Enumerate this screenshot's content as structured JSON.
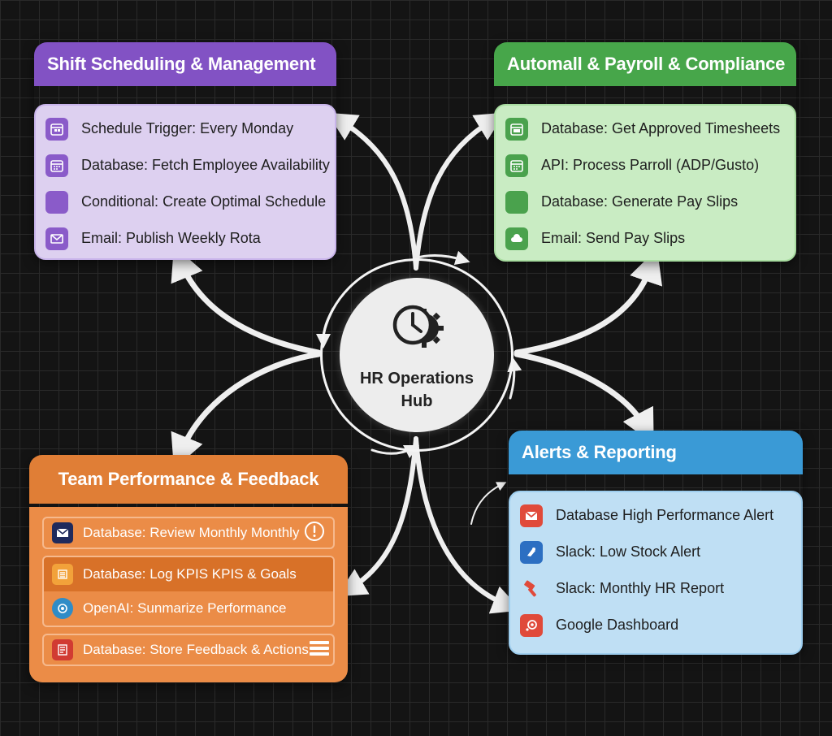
{
  "hub": {
    "label_line1": "HR Operations",
    "label_line2": "Hub",
    "icon": "clock-gear-icon"
  },
  "shift": {
    "title": "Shift Scheduling & Management",
    "items": [
      {
        "label": "Schedule Trigger: Every Monday",
        "icon": "calendar-icon"
      },
      {
        "label": "Database: Fetch Employee Availability",
        "icon": "calendar-icon"
      },
      {
        "label": "Conditional: Create Optimal Schedule",
        "icon": ""
      },
      {
        "label": "Email: Publish Weekly Rota",
        "icon": "envelope-icon"
      }
    ]
  },
  "payroll": {
    "title": "Automall & Payroll & Compliance",
    "items": [
      {
        "label": "Database: Get Approved Timesheets",
        "icon": "calendar-icon"
      },
      {
        "label": "API: Process Parroll (ADP/Gusto)",
        "icon": "calendar-icon"
      },
      {
        "label": "Database: Generate Pay Slips",
        "icon": ""
      },
      {
        "label": "Email: Send Pay Slips",
        "icon": "cloud-icon"
      }
    ]
  },
  "team": {
    "title": "Team Performance & Feedback",
    "items": [
      {
        "label": "Database: Review Monthly Monthly",
        "icon": "envelope-icon"
      },
      {
        "label": "Database: Log KPIS KPIS & Goals",
        "icon": "list-icon"
      },
      {
        "label": "OpenAI: Sunmarize Performance",
        "icon": "openai-icon"
      },
      {
        "label": "Database: Store Feedback & Actions",
        "icon": "list-icon"
      }
    ]
  },
  "alerts": {
    "title": "Alerts & Reporting",
    "items": [
      {
        "label": "Database High Performance Alert",
        "icon": "gmail-icon"
      },
      {
        "label": "Slack: Low Stock Alert",
        "icon": "slack-icon"
      },
      {
        "label": "Slack: Monthly HR Report",
        "icon": "hammer-icon"
      },
      {
        "label": "Google Dashboard",
        "icon": "dashboard-icon"
      }
    ]
  },
  "colors": {
    "purple": "#8252c4",
    "green": "#47a64a",
    "orange": "#e07e36",
    "blue": "#3a9ad6"
  }
}
